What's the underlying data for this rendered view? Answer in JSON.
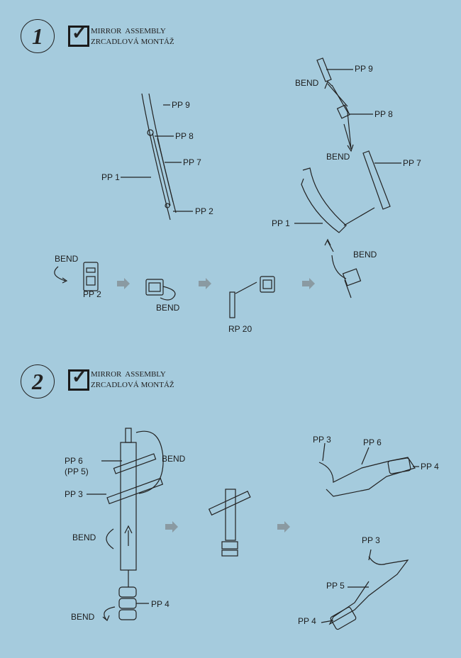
{
  "step1": {
    "number": "1",
    "title_en": "MIRROR  ASSEMBLY",
    "title_cz": "ZRCADLOVÁ MONTÁŽ",
    "left_labels": [
      "PP 9",
      "PP 8",
      "PP 7",
      "PP 1",
      "PP 2"
    ],
    "right_labels": [
      "PP 9",
      "BEND",
      "PP 8",
      "BEND",
      "PP 7",
      "PP 1",
      "BEND"
    ],
    "bottom_labels": [
      "BEND",
      "PP 2",
      "BEND",
      "RP 20"
    ]
  },
  "step2": {
    "number": "2",
    "title_en": "MIRROR  ASSEMBLY",
    "title_cz": "ZRCADLOVÁ MONTÁŽ",
    "left_labels": [
      "PP 6",
      "(PP 5)",
      "BEND",
      "PP 3",
      "BEND",
      "PP 4",
      "BEND"
    ],
    "right_top_labels": [
      "PP 3",
      "PP 6",
      "PP 4"
    ],
    "right_bottom_labels": [
      "PP 3",
      "PP 5",
      "PP 4"
    ]
  },
  "colors": {
    "background": "#a5cbdd",
    "arrow": "#8a9aa2"
  }
}
